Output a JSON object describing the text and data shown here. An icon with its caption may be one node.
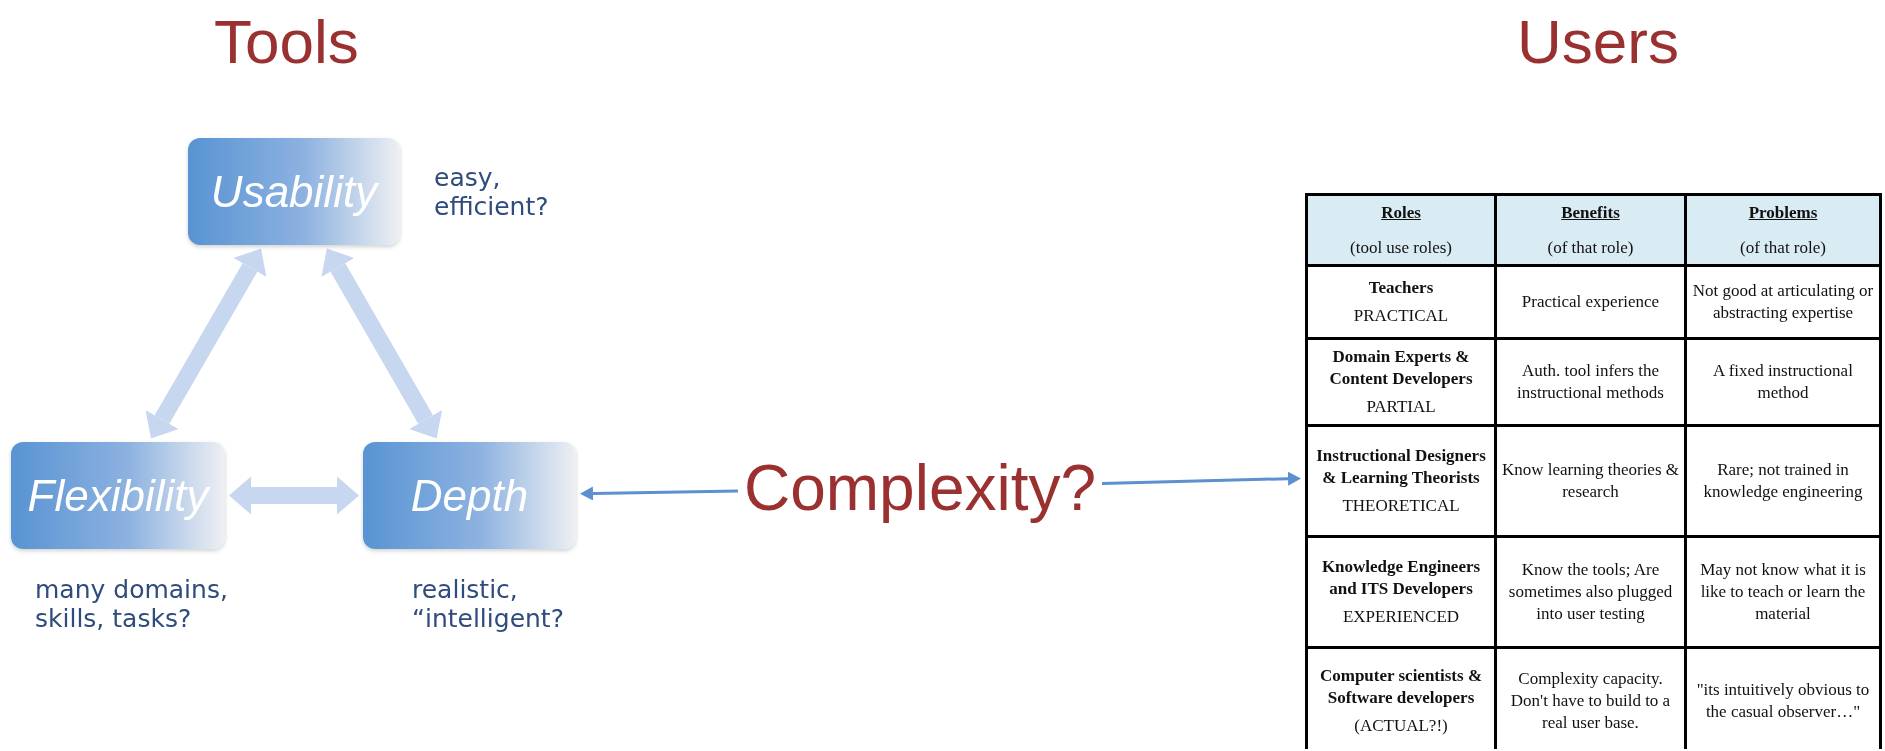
{
  "diagram": {
    "nodes": [
      {
        "text": [
          "Usability"
        ],
        "beside": [
          "easy, efficient?"
        ]
      },
      {
        "text": [
          "Flexibility"
        ],
        "beside": [
          "many domains, skills, tasks?"
        ]
      },
      {
        "text": [
          "Depth"
        ],
        "beside": [
          "realistic, “intelligent?"
        ]
      },
      {
        "text": [
          "Complexity?"
        ]
      },
      {
        "text": [],
        "shape": "box"
      }
    ],
    "edges": [
      {
        "from": 0,
        "to": 1,
        "arrow": "both"
      },
      {
        "from": 0,
        "to": 2,
        "arrow": "both"
      },
      {
        "from": 1,
        "to": 2,
        "arrow": "both"
      },
      {
        "from": 3,
        "to": 2,
        "arrow": "to",
        "color": "#5c90cf"
      },
      {
        "from": 3,
        "to": 4,
        "arrow": "to",
        "color": "#5c90cf"
      }
    ],
    "labels": [
      "Tools",
      "Users",
      "Roles",
      "(tool use roles)",
      "Benefits",
      "(of that role)",
      "Problems",
      "(of that role)",
      "Teachers",
      "PRACTICAL",
      "Practical experience",
      "Not good at articulating or abstracting expertise",
      "Domain Experts & Content Developers",
      "PARTIAL",
      "Auth. tool infers the instructional methods",
      "A fixed instructional method",
      "Instructional Designers & Learning Theorists",
      "THEORETICAL",
      "Know learning theories & research",
      "Rare; not trained in knowledge engineering",
      "Knowledge Engineers and ITS Developers",
      "EXPERIENCED",
      "Know the tools; Are sometimes also plugged into user testing",
      "May not know what it is like to teach or learn the material",
      "Computer scientists & Software developers",
      "(ACTUAL?!)",
      "Complexity capacity. Don't have to build to a real user base.",
      "\"its intuitively obvious to the casual observer…\""
    ]
  }
}
